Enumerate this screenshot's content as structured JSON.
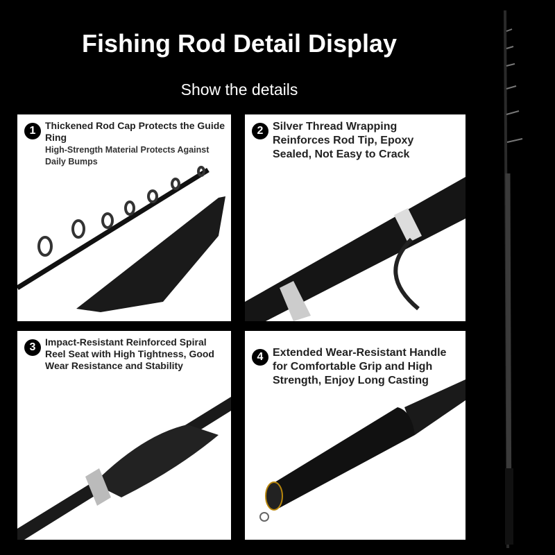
{
  "header": {
    "title": "Fishing Rod Detail Display",
    "subtitle": "Show the details"
  },
  "panels": [
    {
      "number": "1",
      "title": "Thickened Rod Cap Protects the Guide Ring",
      "subtitle": "High-Strength Material Protects Against Daily Bumps"
    },
    {
      "number": "2",
      "title": "Silver Thread Wrapping Reinforces Rod Tip, Epoxy Sealed, Not Easy to Crack"
    },
    {
      "number": "3",
      "title": "Impact-Resistant Reinforced Spiral Reel Seat with High Tightness, Good Wear Resistance and Stability"
    },
    {
      "number": "4",
      "title": "Extended Wear-Resistant Handle for Comfortable Grip and High Strength, Enjoy Long Casting"
    }
  ]
}
